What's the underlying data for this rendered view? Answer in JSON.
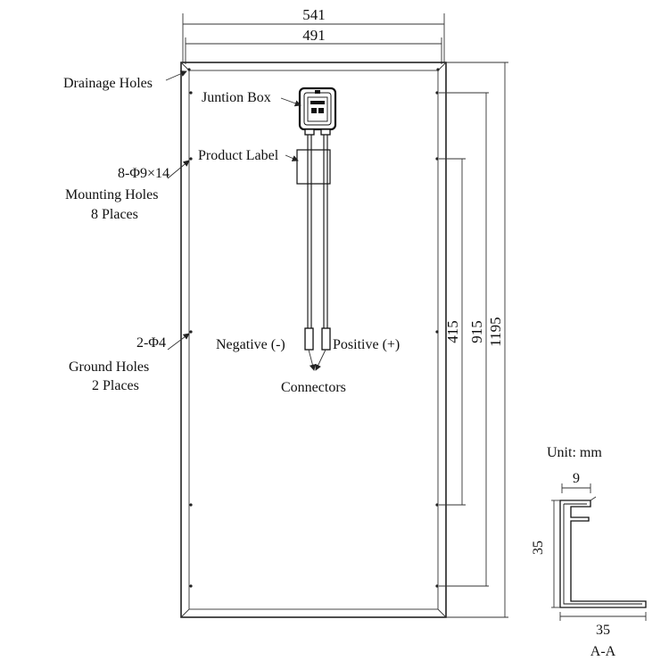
{
  "dimensions": {
    "overall_width": "541",
    "inner_width": "491",
    "overall_height": "1195",
    "mount_span": "915",
    "ground_span": "415"
  },
  "labels": {
    "drainage_holes": "Drainage Holes",
    "junction_box": "Juntion Box",
    "product_label": "Product Label",
    "mounting_spec": "8-Φ9×14",
    "mounting_name": "Mounting Holes",
    "mounting_count": "8 Places",
    "ground_spec": "2-Φ4",
    "ground_name": "Ground Holes",
    "ground_count": "2 Places",
    "negative": "Negative (-)",
    "positive": "Positive (+)",
    "connectors": "Connectors"
  },
  "section": {
    "unit": "Unit: mm",
    "lip": "9",
    "height": "35",
    "base": "35",
    "name": "A-A"
  }
}
